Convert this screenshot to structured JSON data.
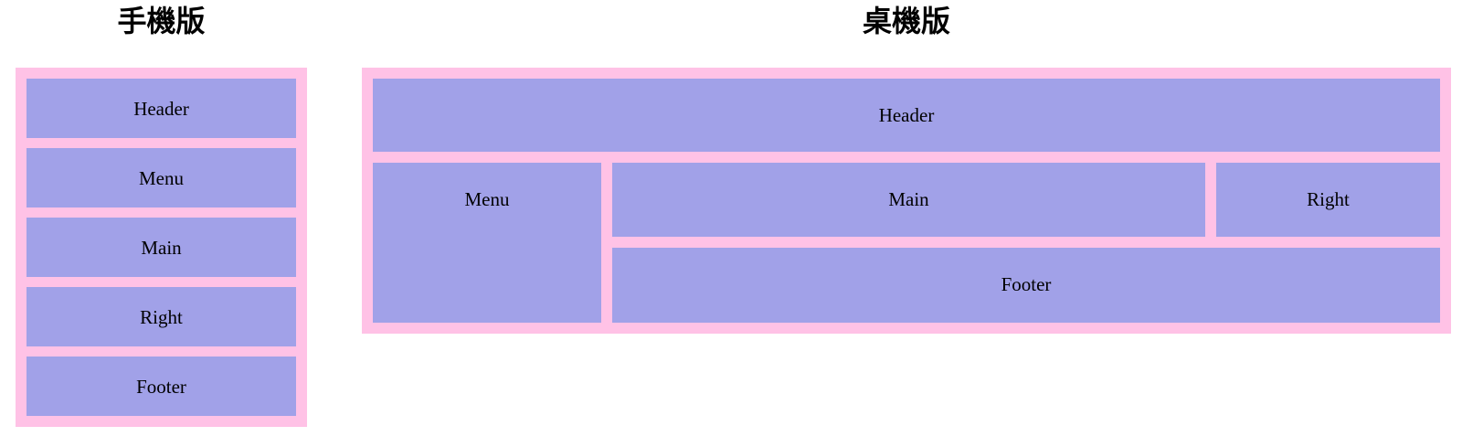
{
  "colors": {
    "page_bg": "#ffffff",
    "container_bg": "#ffc2e6",
    "box_bg": "#a1a1e8",
    "label_text": "#000000",
    "title_text": "#000000"
  },
  "mobile": {
    "title": "手機版",
    "boxes": [
      {
        "label": "Header"
      },
      {
        "label": "Menu"
      },
      {
        "label": "Main"
      },
      {
        "label": "Right"
      },
      {
        "label": "Footer"
      }
    ]
  },
  "desktop": {
    "title": "桌機版",
    "boxes": {
      "header": {
        "label": "Header"
      },
      "menu": {
        "label": "Menu"
      },
      "main": {
        "label": "Main"
      },
      "right": {
        "label": "Right"
      },
      "footer": {
        "label": "Footer"
      }
    }
  }
}
